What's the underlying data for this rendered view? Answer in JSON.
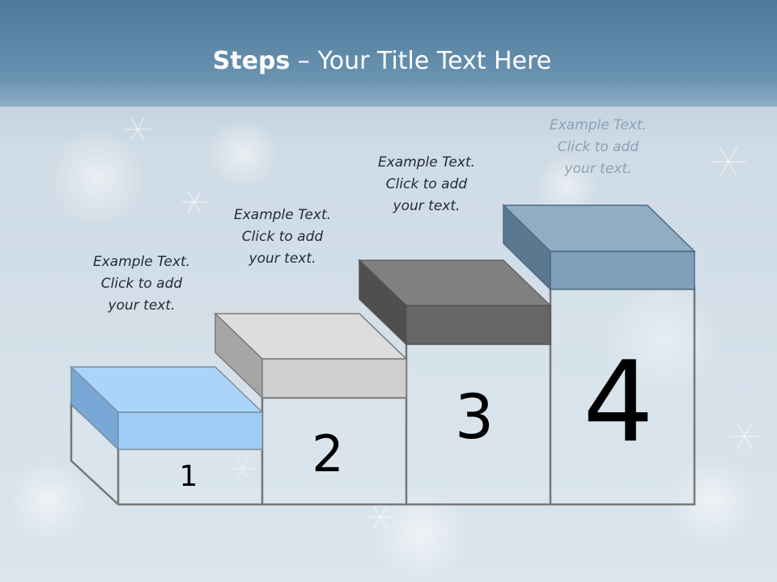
{
  "title": {
    "bold": "Steps",
    "rest": " – Your Title Text Here"
  },
  "steps": [
    {
      "number": "1",
      "text": [
        "Example Text.",
        "Click  to add",
        "your text."
      ],
      "color": "#9fcdf6"
    },
    {
      "number": "2",
      "text": [
        "Example Text.",
        "Click  to add",
        "your text."
      ],
      "color": "#cfcfcf"
    },
    {
      "number": "3",
      "text": [
        "Example Text.",
        "Click  to add",
        "your text."
      ],
      "color": "#737373"
    },
    {
      "number": "4",
      "text": [
        "Example Text.",
        "Click  to add",
        "your text."
      ],
      "color": "#7f9fba"
    }
  ],
  "colors": {
    "header": "#5f88a8",
    "background": "#d5e0e9",
    "outline": "#777777"
  }
}
